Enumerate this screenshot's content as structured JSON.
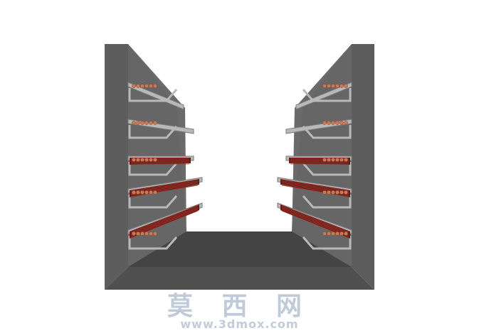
{
  "scene": {
    "description_colors": {
      "wall": "#5a5a5a",
      "wall_dark": "#4b4b4b",
      "floor": "#3e3e3e",
      "bracket": "#b9b9b9",
      "bracket_edge": "#7a7a7a",
      "cable": "#c87a56",
      "cable_dark": "#6a1a14",
      "background": "#ffffff"
    },
    "tiers": 5,
    "sides": [
      "left",
      "right"
    ]
  },
  "watermark": {
    "cn": "莫 西 网",
    "url": "www.3dmox.com",
    "color": "#bfcbd8"
  }
}
